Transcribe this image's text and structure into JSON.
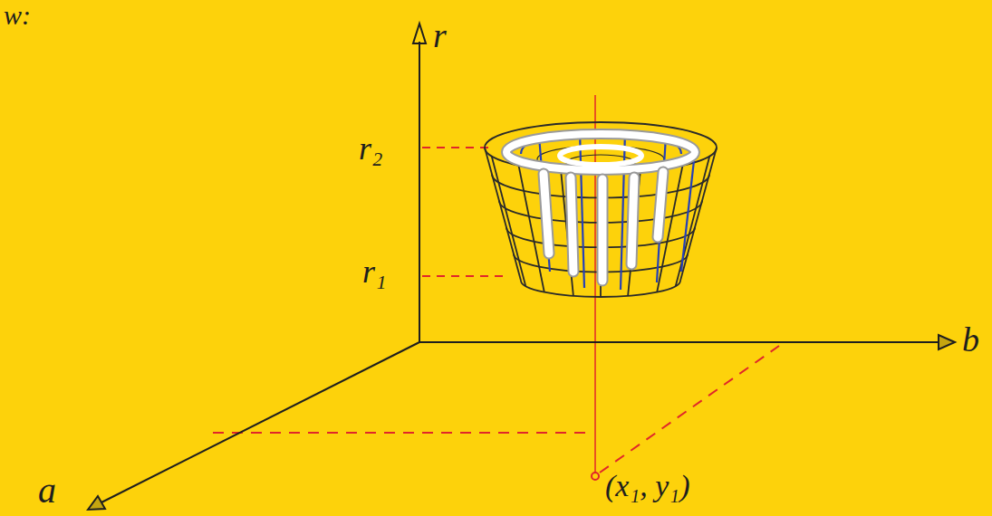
{
  "diagram": {
    "labels": [
      "w:",
      "r",
      "r₂",
      "r₁",
      "b",
      "a",
      "(x₁, y₁)"
    ]
  }
}
